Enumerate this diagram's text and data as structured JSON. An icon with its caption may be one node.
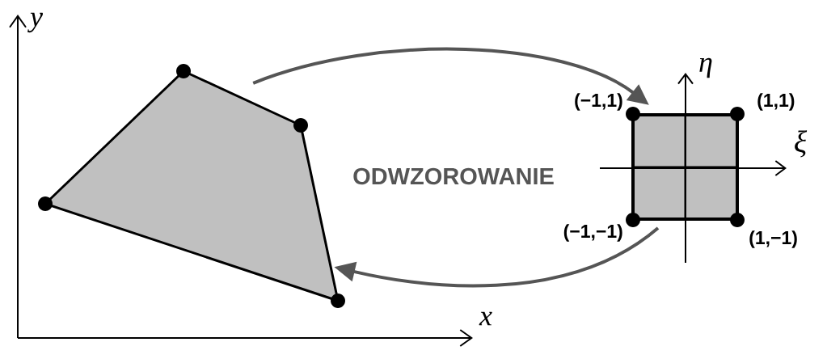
{
  "diagram": {
    "nodes": [
      {
        "text": [],
        "shape": "polygon"
      },
      {
        "text": [],
        "shape": "box",
        "beside": [
          "(−1,1)",
          "(1,1)",
          "(−1,−1)",
          "(1,−1)"
        ]
      }
    ],
    "edges": [
      {
        "from": 0,
        "to": 1,
        "arrow": "to"
      },
      {
        "from": 1,
        "to": 0,
        "arrow": "to"
      }
    ],
    "labels": [
      "y",
      "η",
      "ξ",
      "ODWZOROWANIE",
      "x"
    ]
  }
}
